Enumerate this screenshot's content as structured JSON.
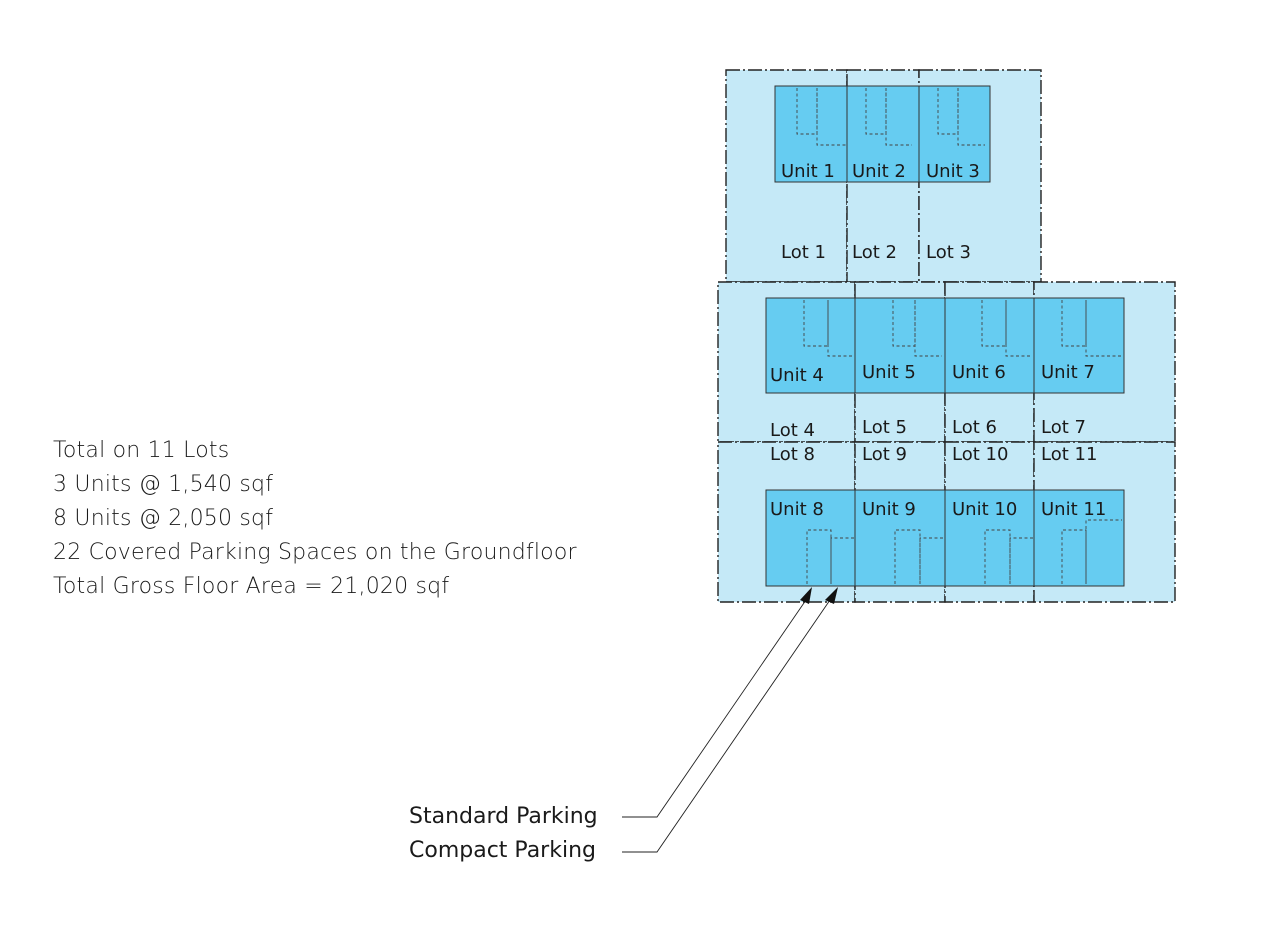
{
  "summary": [
    "Total on 11 Lots",
    "3 Units @ 1,540 sqf",
    "8 Units @ 2,050 sqf",
    "22 Covered Parking Spaces on the Groundfloor",
    "Total Gross Floor Area = 21,020 sqf"
  ],
  "lots": [
    "Lot 1",
    "Lot 2",
    "Lot 3",
    "Lot 4",
    "Lot 5",
    "Lot 6",
    "Lot 7",
    "Lot 8",
    "Lot 9",
    "Lot 10",
    "Lot 11"
  ],
  "units": [
    "Unit 1",
    "Unit 2",
    "Unit 3",
    "Unit 4",
    "Unit 5",
    "Unit 6",
    "Unit 7",
    "Unit 8",
    "Unit 9",
    "Unit 10",
    "Unit 11"
  ],
  "legend": {
    "standard": "Standard Parking",
    "compact": "Compact Parking"
  },
  "colors": {
    "lot_fill": "#c5e9f7",
    "unit_fill": "#66ccf1"
  }
}
